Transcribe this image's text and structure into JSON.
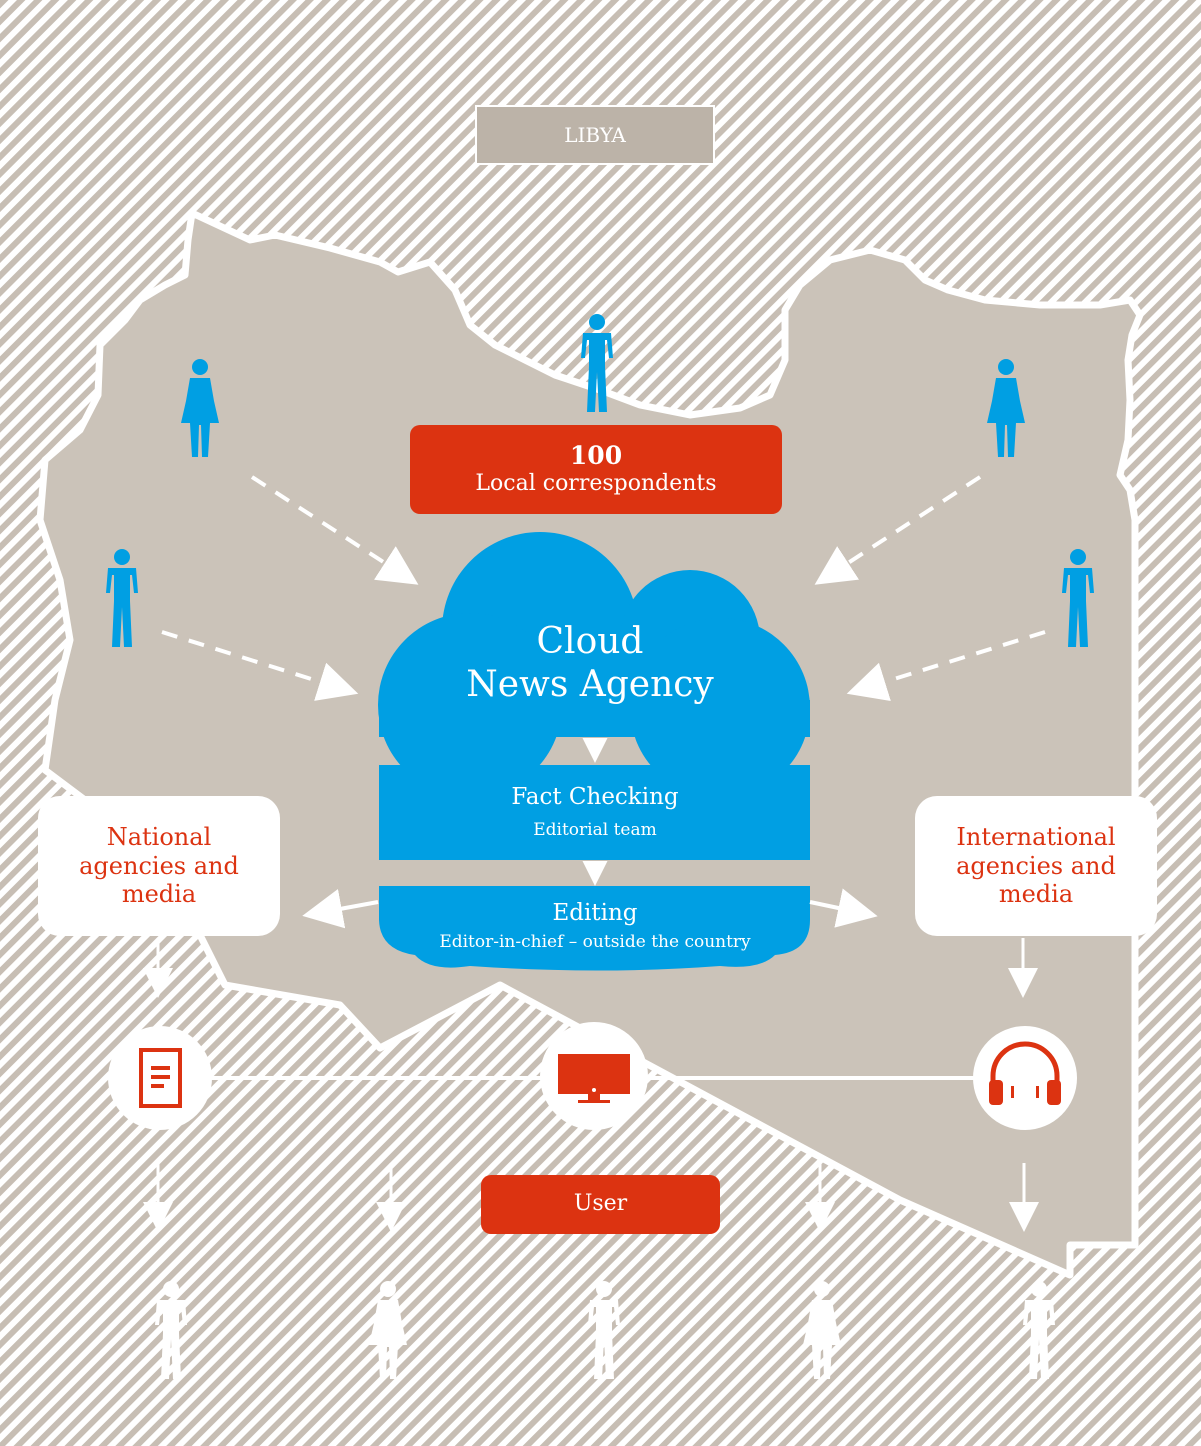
{
  "title": "LIBYA",
  "correspondents": {
    "count": "100",
    "label": "Local correspondents"
  },
  "cloud": {
    "line1": "Cloud",
    "line2": "News Agency"
  },
  "fact_checking": {
    "title": "Fact Checking",
    "subtitle": "Editorial team"
  },
  "editing": {
    "title": "Editing",
    "subtitle": "Editor-in-chief – outside the country"
  },
  "national": {
    "line1": "National",
    "line2": "agencies and",
    "line3": "media"
  },
  "international": {
    "line1": "International",
    "line2": "agencies and",
    "line3": "media"
  },
  "user": {
    "label": "User"
  },
  "media_icons": [
    "document-icon",
    "monitor-icon",
    "headphones-icon"
  ],
  "colors": {
    "background": "#ffffff",
    "hatch": "#c7beb4",
    "map": "#cbc3b9",
    "blue": "#009fe3",
    "red": "#dc3311",
    "white": "#ffffff"
  }
}
